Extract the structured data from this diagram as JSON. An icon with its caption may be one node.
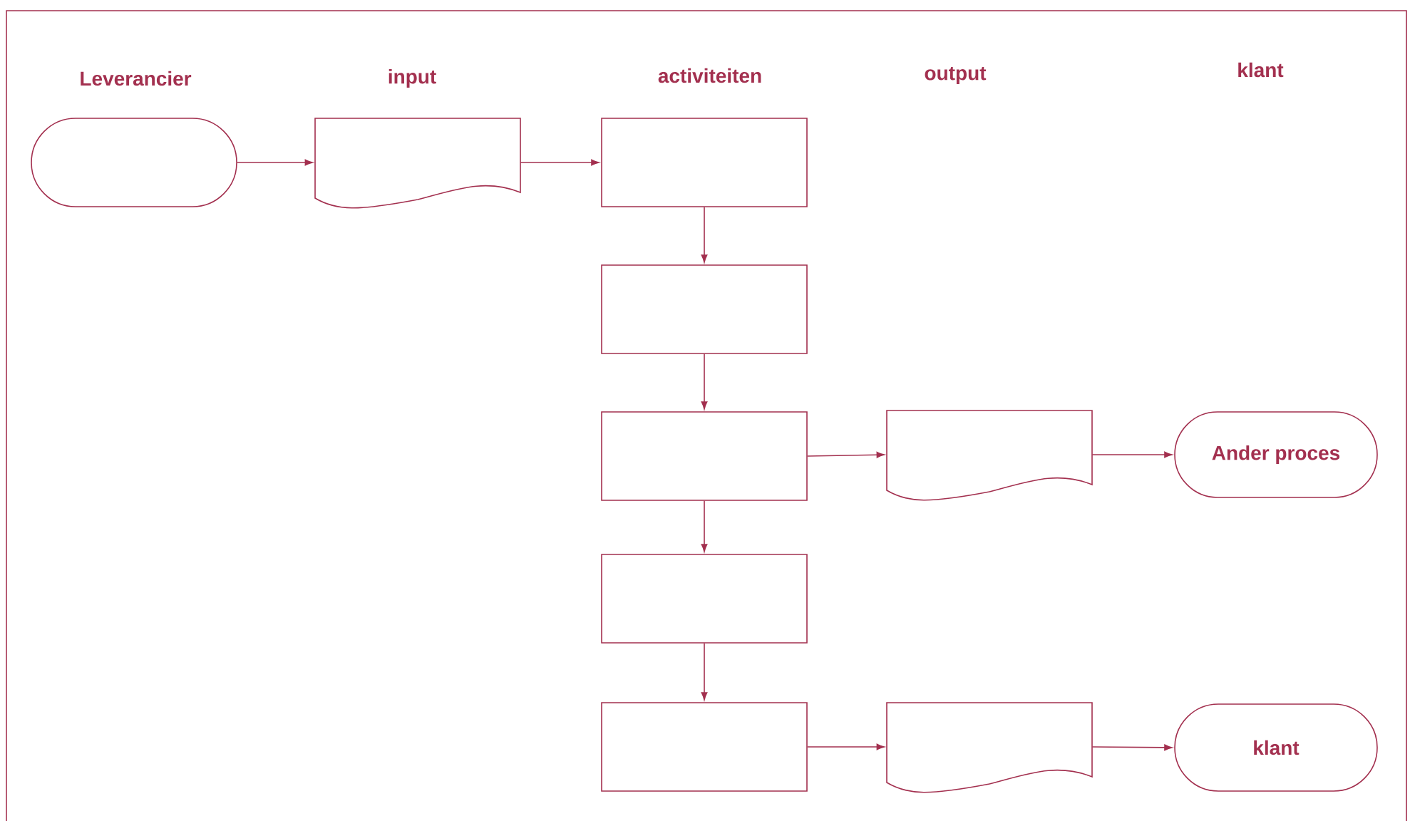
{
  "diagram": {
    "nodes": [
      {
        "text": [],
        "shape": "stadium"
      },
      {
        "text": [],
        "shape": "document"
      },
      {
        "text": [],
        "shape": "box"
      },
      {
        "text": [],
        "shape": "box"
      },
      {
        "text": [],
        "shape": "box"
      },
      {
        "text": [],
        "shape": "box"
      },
      {
        "text": [],
        "shape": "box"
      },
      {
        "text": [],
        "shape": "document"
      },
      {
        "text": [
          "Ander proces"
        ]
      },
      {
        "text": [],
        "shape": "document"
      },
      {
        "text": [
          "klant"
        ]
      }
    ],
    "edges": [
      {
        "from": 0,
        "to": 1,
        "arrow": "to"
      },
      {
        "from": 1,
        "to": 2,
        "arrow": "to"
      },
      {
        "from": 2,
        "to": 3,
        "arrow": "to"
      },
      {
        "from": 3,
        "to": 4,
        "arrow": "to"
      },
      {
        "from": 4,
        "to": 5,
        "arrow": "to"
      },
      {
        "from": 5,
        "to": 6,
        "arrow": "to"
      },
      {
        "from": 4,
        "to": 7,
        "arrow": "to"
      },
      {
        "from": 7,
        "to": 8,
        "arrow": "to"
      },
      {
        "from": 6,
        "to": 9,
        "arrow": "to"
      },
      {
        "from": 9,
        "to": 10,
        "arrow": "to"
      }
    ],
    "labels": [
      "Leverancier",
      "input",
      "activiteiten",
      "output",
      "klant"
    ]
  }
}
